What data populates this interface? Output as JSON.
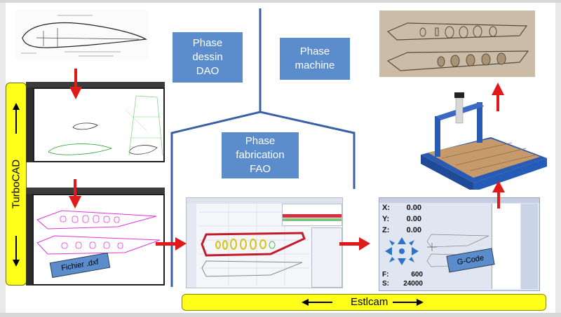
{
  "phases": {
    "dessin": "Phase dessin DAO",
    "machine": "Phase machine",
    "fabrication": "Phase fabrication FAO"
  },
  "labels": {
    "turbocad": "TurboCAD",
    "estlcam": "Estlcam",
    "fichier": "Fichier .dxf",
    "gcode": "G-Code"
  },
  "software": {
    "axis_x_label": "X:",
    "axis_x_value": "0.00",
    "axis_y_label": "Y:",
    "axis_y_value": "0.00",
    "axis_z_label": "Z:",
    "axis_z_value": "0.00",
    "feed_label": "F:",
    "feed_value": "600",
    "speed_label": "S:",
    "speed_value": "24000"
  },
  "colors": {
    "phase_blue": "#5b8ccb",
    "yellow_bar": "#ffff1a",
    "arrow_red": "#e0191b",
    "divider_blue": "#3b5ea9"
  }
}
